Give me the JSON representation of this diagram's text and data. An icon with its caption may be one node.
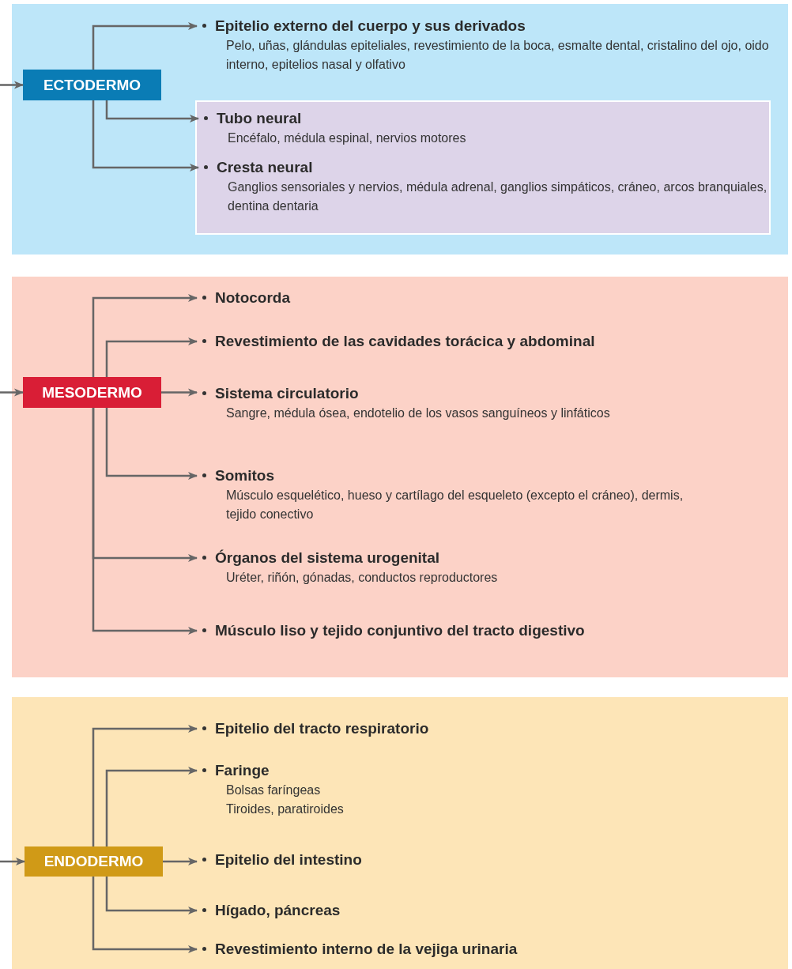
{
  "diagram": {
    "nodes": [
      {
        "text": [],
        "shape": "box"
      },
      {
        "text": [
          "ECTODERMO"
        ],
        "in": 0
      },
      {
        "text": [
          "Epitelio externo del cuerpo y sus derivados",
          "Pelo, uñas, glándulas epiteliales, revestimiento de la boca, esmalte dental, cristalino del ojo, oido interno, epitelios nasal y olfativo"
        ],
        "in": 0
      },
      {
        "text": [],
        "shape": "box",
        "in": 0
      },
      {
        "text": [
          "Tubo neural",
          "Encéfalo, médula espinal, nervios motores"
        ],
        "in": 3
      },
      {
        "text": [
          "Cresta neural",
          "Ganglios sensoriales y nervios, médula adrenal, ganglios simpáticos, cráneo, arcos branquiales, dentina dentaria"
        ],
        "in": 3
      },
      {
        "text": [],
        "shape": "box"
      },
      {
        "text": [
          "MESODERMO"
        ],
        "in": 6
      },
      {
        "text": [
          "Notocorda"
        ],
        "in": 6
      },
      {
        "text": [
          "Revestimiento de las cavidades torácica y abdominal"
        ],
        "in": 6
      },
      {
        "text": [
          "Sistema circulatorio",
          "Sangre, médula ósea, endotelio de los vasos sanguíneos y linfáticos"
        ],
        "in": 6
      },
      {
        "text": [
          "Somitos",
          "Músculo esquelético, hueso y cartílago del esqueleto (excepto el cráneo), dermis, tejido conectivo"
        ],
        "in": 6
      },
      {
        "text": [
          "Órganos del sistema urogenital",
          "Uréter, riñón, gónadas, conductos reproductores"
        ],
        "in": 6
      },
      {
        "text": [
          "Músculo liso y tejido conjuntivo del tracto digestivo"
        ],
        "in": 6
      },
      {
        "text": [],
        "shape": "box"
      },
      {
        "text": [
          "ENDODERMO"
        ],
        "in": 14
      },
      {
        "text": [
          "Epitelio del tracto respiratorio"
        ],
        "in": 14
      },
      {
        "text": [
          "Faringe",
          "Bolsas faríngeas",
          "Tiroides, paratiroides"
        ],
        "in": 14
      },
      {
        "text": [
          "Epitelio del intestino"
        ],
        "in": 14
      },
      {
        "text": [
          "Hígado, páncreas"
        ],
        "in": 14
      },
      {
        "text": [
          "Revestimiento interno de la vejiga urinaria"
        ],
        "in": 14
      }
    ],
    "edges": [
      {
        "from": null,
        "to": 1,
        "arrow": "to"
      },
      {
        "from": 1,
        "to": 2,
        "arrow": "to"
      },
      {
        "from": 1,
        "to": 4,
        "arrow": "to"
      },
      {
        "from": 1,
        "to": 5,
        "arrow": "to"
      },
      {
        "from": null,
        "to": 7,
        "arrow": "to"
      },
      {
        "from": 7,
        "to": 8,
        "arrow": "to"
      },
      {
        "from": 7,
        "to": 9,
        "arrow": "to"
      },
      {
        "from": 7,
        "to": 10,
        "arrow": "to"
      },
      {
        "from": 7,
        "to": 11,
        "arrow": "to"
      },
      {
        "from": 7,
        "to": 12,
        "arrow": "to"
      },
      {
        "from": 7,
        "to": 13,
        "arrow": "to"
      },
      {
        "from": null,
        "to": 15,
        "arrow": "to"
      },
      {
        "from": 15,
        "to": 16,
        "arrow": "to"
      },
      {
        "from": 15,
        "to": 17,
        "arrow": "to"
      },
      {
        "from": 15,
        "to": 18,
        "arrow": "to"
      },
      {
        "from": 15,
        "to": 19,
        "arrow": "to"
      },
      {
        "from": 15,
        "to": 20,
        "arrow": "to"
      }
    ]
  }
}
